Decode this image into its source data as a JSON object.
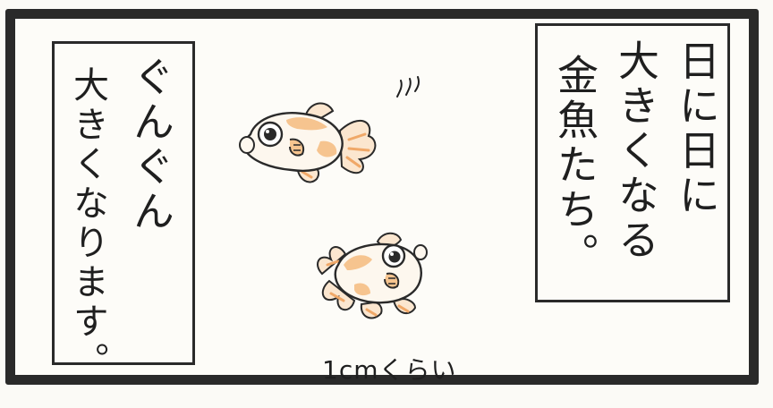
{
  "captions": {
    "right": {
      "line1": "日に日に",
      "line2": "大きくなる",
      "line3": "金魚たち。"
    },
    "left": {
      "line1": "ぐんぐん",
      "line2": "大きくなります。"
    }
  },
  "size_note": "1cmくらい",
  "icons": {
    "fish_top": "goldfish-icon",
    "fish_bottom": "goldfish-icon",
    "motion_marks": "motion-lines-icon"
  },
  "colors": {
    "ink": "#1f1f1f",
    "frame": "#2a2a2a",
    "paper": "#fdfcf8",
    "fish_orange": "#f0a868"
  }
}
